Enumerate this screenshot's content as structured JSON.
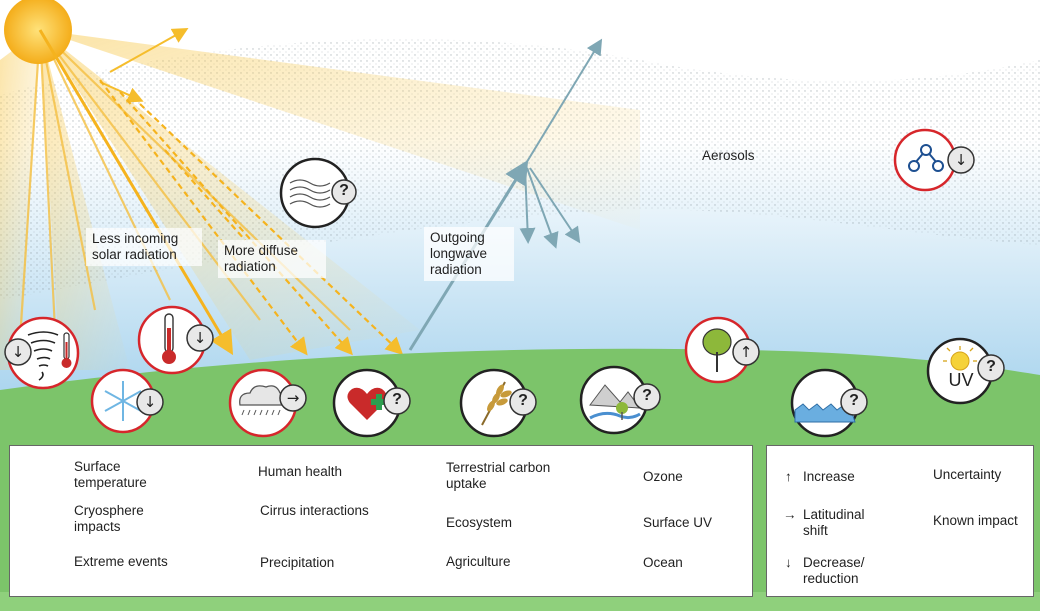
{
  "labels": {
    "less_incoming": "Less incoming solar radiation",
    "more_diffuse": "More diffuse radiation",
    "outgoing": "Outgoing longwave radiation",
    "aerosols": "Aerosols"
  },
  "markers": {
    "question": "?",
    "uv": "UV"
  },
  "legend_left": [
    {
      "label": "Surface temperature",
      "icon": "thermometer-icon"
    },
    {
      "label": "Cryosphere impacts",
      "icon": "snowflake-icon"
    },
    {
      "label": "Extreme events",
      "icon": "tornado-thermometer-icon"
    },
    {
      "label": "Human health",
      "icon": "heart-plus-icon"
    },
    {
      "label": "Cirrus interactions",
      "icon": "wavy-lines-icon"
    },
    {
      "label": "Precipitation",
      "icon": "rain-cloud-icon"
    },
    {
      "label": "Terrestrial carbon uptake",
      "icon": "tree-icon"
    },
    {
      "label": "Ecosystem",
      "icon": "mountain-river-icon"
    },
    {
      "label": "Agriculture",
      "icon": "wheat-icon"
    },
    {
      "label": "Ozone",
      "icon": "molecule-icon"
    },
    {
      "label": "Surface UV",
      "icon": "uv-sun-icon"
    },
    {
      "label": "Ocean",
      "icon": "waves-icon"
    }
  ],
  "legend_right": [
    {
      "label": "Increase",
      "symbol": "↑"
    },
    {
      "label": "Latitudinal shift",
      "symbol": "→"
    },
    {
      "label": "Decrease/ reduction",
      "symbol": "↓"
    },
    {
      "label": "Uncertainty",
      "icon": "black-circle-icon"
    },
    {
      "label": "Known impact",
      "icon": "red-circle-icon"
    }
  ],
  "colors": {
    "sky_top": "#ffffff",
    "sky_bottom": "#a9d4ee",
    "ground": "#7cc46a",
    "sun": "#f6b21e",
    "ray": "#f5bd2c",
    "longwave": "#7fa7b4",
    "known_impact": "#d6262b",
    "uncertainty": "#222222",
    "thermo_red": "#c92a2a",
    "snow": "#9fd0ec"
  }
}
